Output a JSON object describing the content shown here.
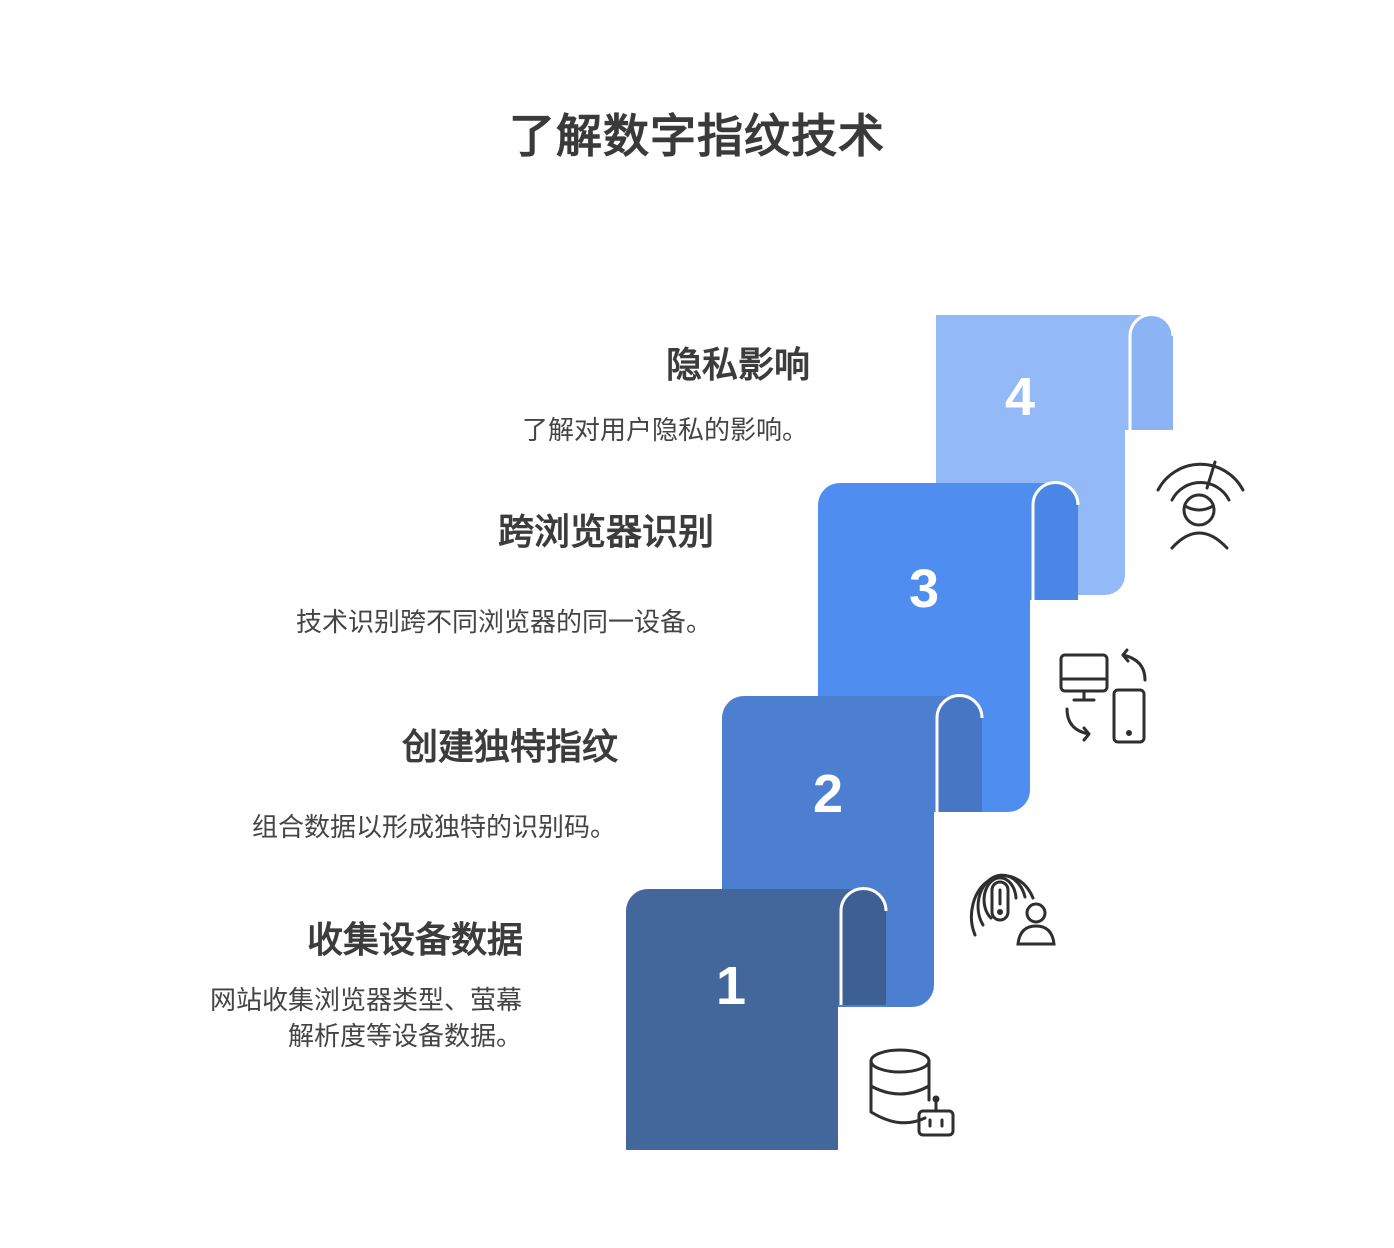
{
  "title": "了解数字指纹技术",
  "steps": [
    {
      "number": "1",
      "heading": "收集设备数据",
      "description_lines": [
        "网站收集浏览器类型、萤幕",
        "解析度等设备数据。"
      ],
      "icon": "database-robot-icon",
      "color": "#43669b"
    },
    {
      "number": "2",
      "heading": "创建独特指纹",
      "description_lines": [
        "组合数据以形成独特的识别码。"
      ],
      "icon": "fingerprint-user-icon",
      "color": "#4d7fd1"
    },
    {
      "number": "3",
      "heading": "跨浏览器识别",
      "description_lines": [
        "技术识别跨不同浏览器的同一设备。"
      ],
      "icon": "devices-sync-icon",
      "color": "#4f8ef0"
    },
    {
      "number": "4",
      "heading": "隐私影响",
      "description_lines": [
        "了解对用户隐私的影响。"
      ],
      "icon": "privacy-person-icon",
      "color": "#93baf7"
    }
  ]
}
